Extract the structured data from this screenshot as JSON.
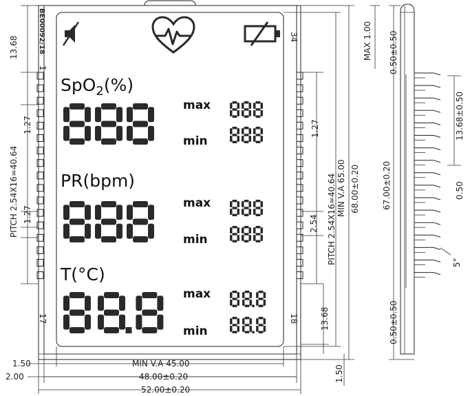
{
  "lcd": {
    "spo2": {
      "label_main": "SpO",
      "label_sub": "2",
      "label_end": "(%)",
      "digits": "888",
      "max_label": "max",
      "min_label": "min",
      "max_value": "888",
      "min_value": "888"
    },
    "pr": {
      "label": "PR(bpm)",
      "digits": "888",
      "max_label": "max",
      "min_label": "min",
      "max_value": "888",
      "min_value": "888"
    },
    "temp": {
      "label": "T(°C)",
      "digits": "88.8",
      "max_label": "max",
      "min_label": "min",
      "max_value": "88.8",
      "min_value": "88.8"
    },
    "icons": [
      "mute-speaker-icon",
      "heart-pulse-icon",
      "battery-crossed-icon"
    ]
  },
  "part_number": "BE00092/18",
  "pins": {
    "pin_1": "1",
    "pin_17": "17",
    "pin_18": "18",
    "pin_34": "34"
  },
  "dimensions": {
    "left_top": "13.68",
    "left_pitch": "PITCH  2.54X16=40.64",
    "left_127_a": "1.27",
    "left_127_b": "1.27",
    "right_127": "1.27",
    "right_pitch": "PITCH  2.54X16=40.64",
    "right_254": "2.54",
    "right_1368": "13.68",
    "min_va_65": "MIN V.A  65.00",
    "overall_68": "68.00±0.20",
    "max_100": "MAX  1.00",
    "bottom_150_left": "1.50",
    "bottom_200": "2.00",
    "min_va_45": "MIN  V.A  45.00",
    "overall_48": "48.00±0.20",
    "overall_52": "52.00±0.20",
    "bottom_150_right": "1.50",
    "side_050_top": "0.50±0.50",
    "side_67": "67.00±0.20",
    "side_050_bottom": "0.50±0.50",
    "side_1368": "13.68±0.50",
    "side_050": "0.50",
    "side_angle": "5°"
  }
}
